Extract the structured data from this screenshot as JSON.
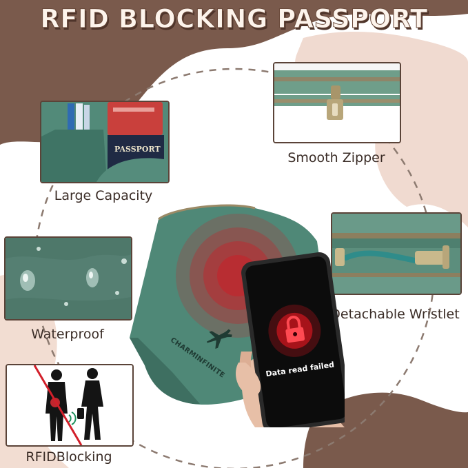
{
  "title": "RFID BLOCKING PASSPORT",
  "features": [
    {
      "label": "Large Capacity"
    },
    {
      "label": "Smooth Zipper"
    },
    {
      "label": "Waterproof"
    },
    {
      "label": "Detachable Wristlet"
    },
    {
      "label": "RFIDBlocking"
    }
  ],
  "passport_text": "PASSPORT",
  "brand_text": "CHARMINFINITE",
  "phone_message": "Data read failed",
  "colors": {
    "accent_brown": "#7a5a4c",
    "wallet_green": "#4f8877",
    "signal_red": "#c0262e",
    "background": "#ffffff"
  },
  "icons": [
    "lock-icon",
    "airplane-icon",
    "no-signal-icon"
  ]
}
